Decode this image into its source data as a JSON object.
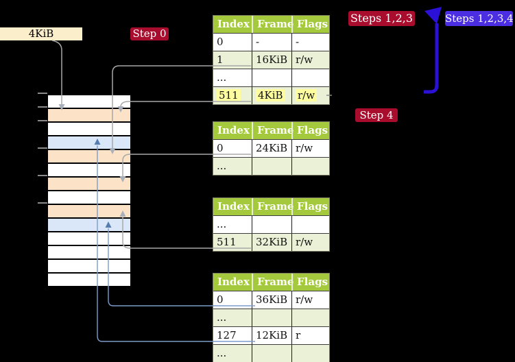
{
  "label_4kib": "4KiB",
  "badges": {
    "step0": "Step 0",
    "steps123": "Steps 1,2,3",
    "steps1234": "Steps 1,2,3,4",
    "step4": "Step 4"
  },
  "tables": [
    {
      "headers": [
        "Index",
        "Frame",
        "Flags"
      ],
      "rows": [
        {
          "index": "0",
          "frame": "-",
          "flags": "-"
        },
        {
          "index": "1",
          "frame": "16KiB",
          "flags": "r/w"
        },
        {
          "index": "...",
          "frame": "",
          "flags": ""
        },
        {
          "index": "511",
          "frame": "4KiB",
          "flags": "r/w"
        }
      ]
    },
    {
      "headers": [
        "Index",
        "Frame",
        "Flags"
      ],
      "rows": [
        {
          "index": "0",
          "frame": "24KiB",
          "flags": "r/w"
        },
        {
          "index": "...",
          "frame": "",
          "flags": ""
        }
      ]
    },
    {
      "headers": [
        "Index",
        "Frame",
        "Flags"
      ],
      "rows": [
        {
          "index": "...",
          "frame": "",
          "flags": ""
        },
        {
          "index": "511",
          "frame": "32KiB",
          "flags": "r/w"
        }
      ]
    },
    {
      "headers": [
        "Index",
        "Frame",
        "Flags"
      ],
      "rows": [
        {
          "index": "0",
          "frame": "36KiB",
          "flags": "r/w"
        },
        {
          "index": "...",
          "frame": "",
          "flags": ""
        },
        {
          "index": "127",
          "frame": "12KiB",
          "flags": "r"
        },
        {
          "index": "...",
          "frame": "",
          "flags": ""
        }
      ]
    }
  ],
  "memory": {
    "rows": [
      "white",
      "orange",
      "white",
      "blue",
      "orange",
      "white",
      "orange",
      "white",
      "orange",
      "blue",
      "white",
      "white",
      "white",
      "white"
    ]
  },
  "colors": {
    "badge_red": "#a90d2e",
    "badge_blue_violet": "#4b2ee1",
    "big_arrow_blue": "#2b10d5",
    "table_header_green": "#a4c93c",
    "table_row_green": "#eaf1d6",
    "highlight_yellow": "#fdfc9e",
    "memory_orange": "#fce3c8",
    "memory_blue": "#d9e7f8",
    "label_wheat": "#fbeecb",
    "connector_gray": "#a8a8a8",
    "connector_blue": "#7d9ccb"
  }
}
